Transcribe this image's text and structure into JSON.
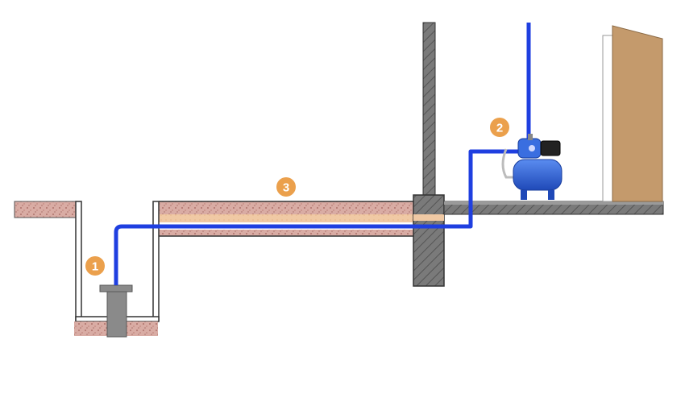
{
  "colors": {
    "soil": "#d7a9a2",
    "soil_speckle": "#9c5b52",
    "sand": "#f1c9a3",
    "concrete": "#6e6e6e",
    "pipe": "#1f3fe0",
    "pump": "#2f66d9",
    "marker": "#eba04c",
    "door": "#c69a6a"
  },
  "icons": {
    "well": "well-shaft",
    "pump_head": "submersible-pump-icon",
    "station": "pumping-station-icon",
    "door": "door-icon"
  },
  "markers": [
    {
      "id": "m1",
      "label": "1"
    },
    {
      "id": "m2",
      "label": "2"
    },
    {
      "id": "m3",
      "label": "3"
    }
  ]
}
